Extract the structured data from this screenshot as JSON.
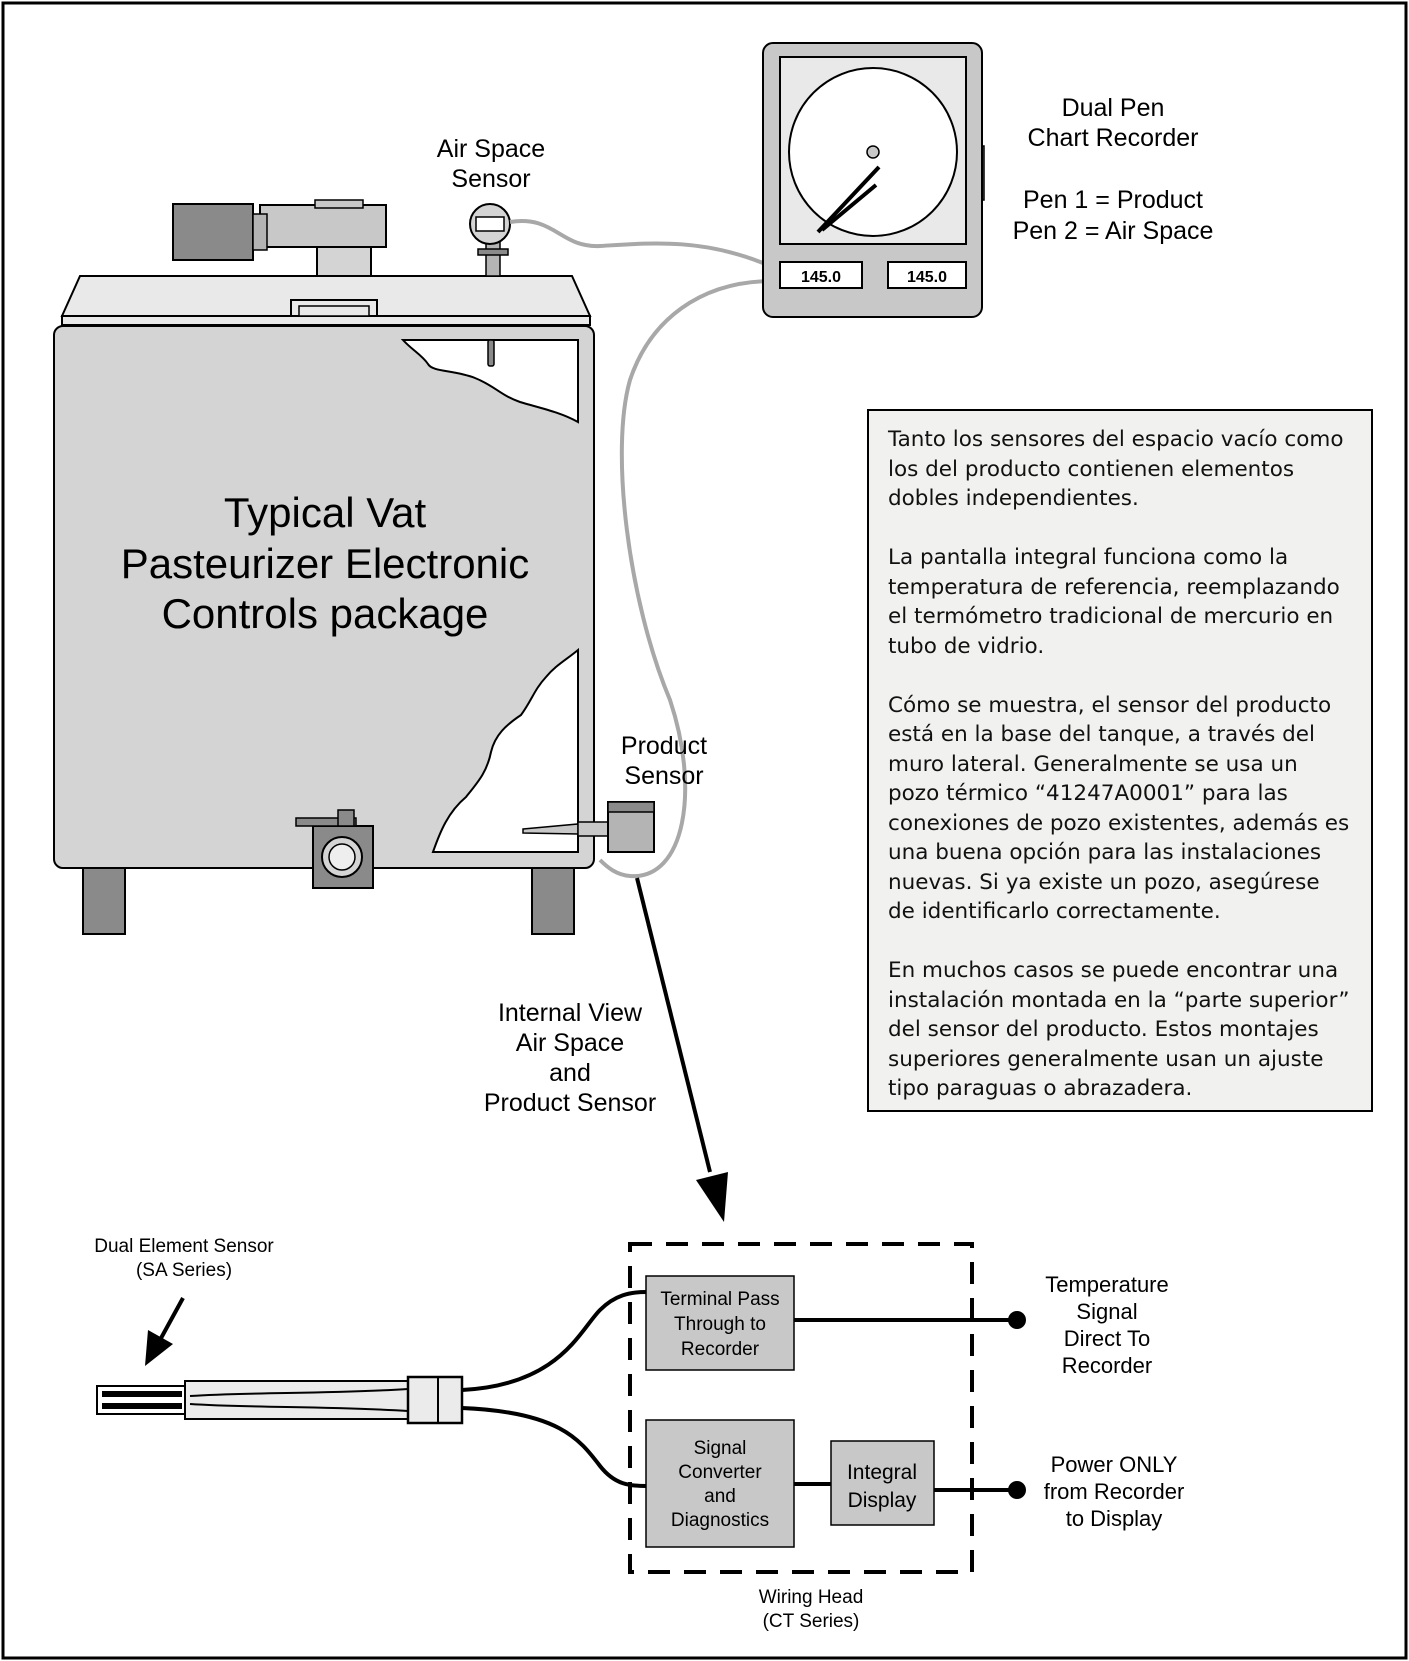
{
  "recorder": {
    "title_line1": "Dual Pen",
    "title_line2": "Chart Recorder",
    "pen1_label": "Pen 1 = Product",
    "pen2_label": "Pen 2 = Air Space",
    "display_left": "145.0",
    "display_right": "145.0"
  },
  "air_space_sensor": {
    "line1": "Air Space",
    "line2": "Sensor"
  },
  "vat": {
    "line1": "Typical Vat",
    "line2": "Pasteurizer Electronic",
    "line3": "Controls package"
  },
  "product_sensor": {
    "line1": "Product",
    "line2": "Sensor"
  },
  "internal_view": {
    "line1": "Internal View",
    "line2": "Air Space",
    "line3": "and",
    "line4": "Product Sensor"
  },
  "dual_element": {
    "line1": "Dual Element Sensor",
    "line2": "(SA Series)"
  },
  "terminal_block": {
    "line1": "Terminal Pass",
    "line2": "Through to",
    "line3": "Recorder"
  },
  "converter_block": {
    "line1": "Signal",
    "line2": "Converter",
    "line3": "and",
    "line4": "Diagnostics"
  },
  "display_block": {
    "line1": "Integral",
    "line2": "Display"
  },
  "temp_signal": {
    "line1": "Temperature",
    "line2": "Signal",
    "line3": "Direct To",
    "line4": "Recorder"
  },
  "power_only": {
    "line1": "Power ONLY",
    "line2": "from Recorder",
    "line3": "to Display"
  },
  "wiring_head": {
    "line1": "Wiring Head",
    "line2": "(CT Series)"
  },
  "notes": [
    "Tanto los sensores del espacio vacío como los del producto contienen elementos dobles independientes.",
    "La pantalla integral funciona como la temperatura de referencia, reemplazando el termómetro tradicional de mercurio en tubo de vidrio.",
    "Cómo se muestra, el sensor del producto está en la base del tanque, a través del muro lateral. Generalmente se usa un pozo térmico “41247A0001” para las conexiones de pozo existentes, además es una buena opción para las instalaciones nuevas. Si ya existe un pozo, asegúrese de identificarlo correctamente.",
    "En muchos casos se puede encontrar una instalación montada en la “parte superior” del sensor del producto. Estos montajes superiores generalmente usan un ajuste tipo paraguas o abrazadera."
  ],
  "colors": {
    "body_fill": "#d4d4d4",
    "dark_fill": "#8a8a8a",
    "panel_fill": "#c8c8c8",
    "cable": "#a8a8a8",
    "notes_bg": "#f1f1ef"
  }
}
